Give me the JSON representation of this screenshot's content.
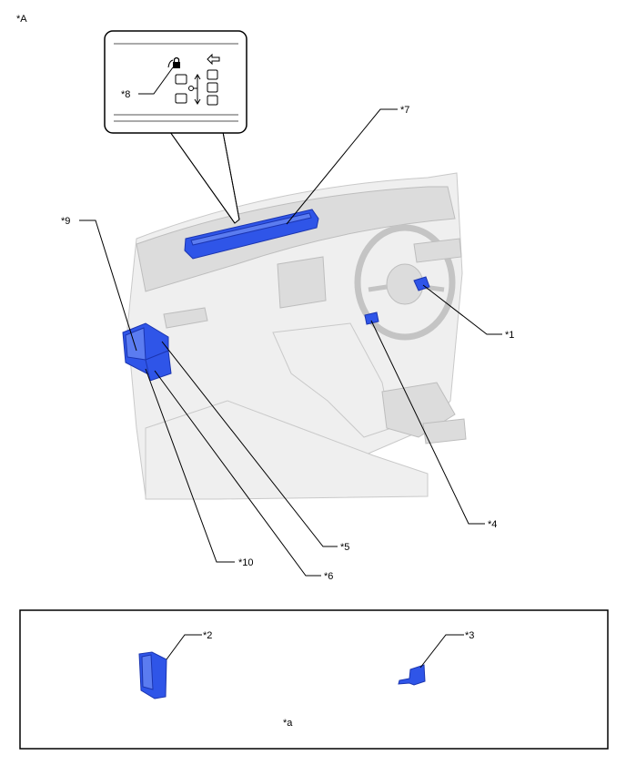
{
  "view_label": "*A",
  "legend_box_label": "*a",
  "callouts": {
    "c1": "*1",
    "c2": "*2",
    "c3": "*3",
    "c4": "*4",
    "c5": "*5",
    "c6": "*6",
    "c7": "*7",
    "c8": "*8",
    "c9": "*9",
    "c10": "*10"
  },
  "colors": {
    "part_highlight": "#2f55e8",
    "interior": "#efefef",
    "leader": "#000000"
  },
  "icons": {
    "inset_lock": "lock-icon",
    "inset_arrow": "arrow-left-icon"
  }
}
